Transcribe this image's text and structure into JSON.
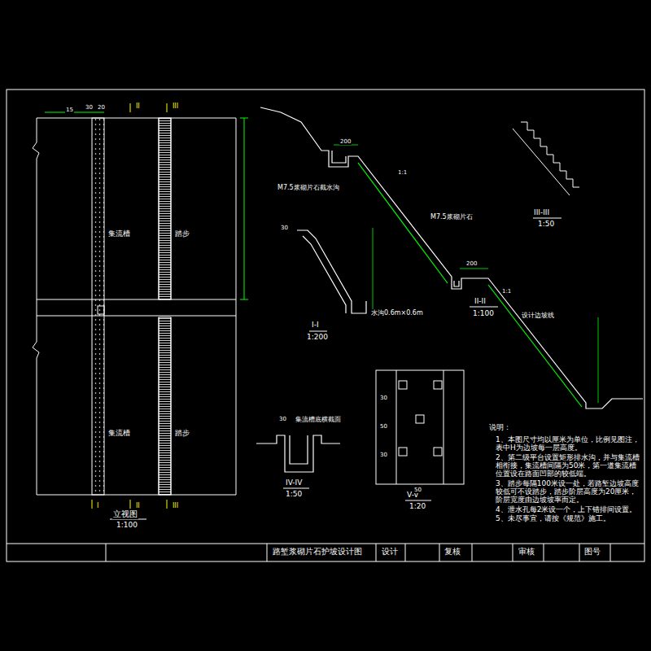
{
  "diagram": {
    "title": "路堑浆砌片石护坡设计图",
    "labels": [
      "15",
      "30",
      "20",
      "II",
      "III",
      "集流槽",
      "踏步",
      "集流槽",
      "踏步",
      "I",
      "II",
      "III",
      "立视图",
      "1:100",
      "200",
      "M7.5浆砌片石截水沟",
      "M7.5浆砌片石",
      "1:1",
      "200",
      "1:1",
      "设计边坡线",
      "II-II",
      "1:100",
      "30",
      "水沟0.6m×0.6m",
      "I-I",
      "1:200",
      "III-III",
      "1:50",
      "集流槽底横截面",
      "30",
      "IV-IV",
      "1:50",
      "V-V",
      "1:20",
      "30",
      "50",
      "30",
      "50",
      "说明：",
      "1、本图尺寸均以厘米为单位，比例见图注，表中H为边坡每一层高度。",
      "2、第二级平台设置矩形排水沟，并与集流槽相衔接，集流槽间隔为50米，第一道集流槽位置设在路面凹部的较低端。",
      "3、踏步每隔100米设一处，若路堑边坡高度较低可不设踏步，踏步阶层高度为20厘米，阶层宽度由边坡坡率而定。",
      "4、泄水孔每2米设一个，上下错排间设置。",
      "5、未尽事宜，请按《规范》施工。",
      "设计",
      "复核",
      "审核",
      "图号"
    ]
  }
}
